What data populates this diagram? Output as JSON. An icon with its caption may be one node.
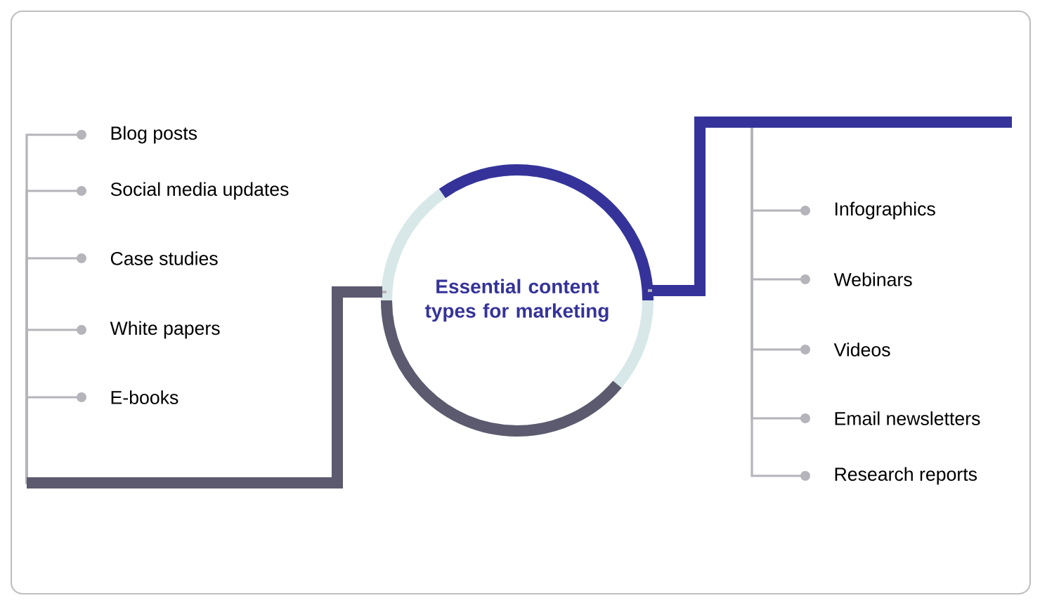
{
  "diagram": {
    "nodes": [
      {
        "text": [
          "Essential content types for marketing"
        ]
      },
      {
        "text": [
          "Blog posts"
        ]
      },
      {
        "text": [
          "Social media updates"
        ]
      },
      {
        "text": [
          "Case studies"
        ]
      },
      {
        "text": [
          "White papers"
        ]
      },
      {
        "text": [
          "E-books"
        ]
      },
      {
        "text": [
          "Infographics"
        ]
      },
      {
        "text": [
          "Webinars"
        ]
      },
      {
        "text": [
          "Videos"
        ]
      },
      {
        "text": [
          "Email newsletters"
        ]
      },
      {
        "text": [
          "Research reports"
        ]
      }
    ],
    "edges": [
      {
        "from": 0,
        "to": 1,
        "arrow": "other"
      },
      {
        "from": 0,
        "to": 2,
        "arrow": "other"
      },
      {
        "from": 0,
        "to": 3,
        "arrow": "other"
      },
      {
        "from": 0,
        "to": 4,
        "arrow": "other"
      },
      {
        "from": 0,
        "to": 5,
        "arrow": "other"
      },
      {
        "from": 0,
        "to": 6,
        "arrow": "other"
      },
      {
        "from": 0,
        "to": 7,
        "arrow": "other"
      },
      {
        "from": 0,
        "to": 8,
        "arrow": "other"
      },
      {
        "from": 0,
        "to": 9,
        "arrow": "other"
      },
      {
        "from": 0,
        "to": 10,
        "arrow": "other"
      }
    ]
  }
}
